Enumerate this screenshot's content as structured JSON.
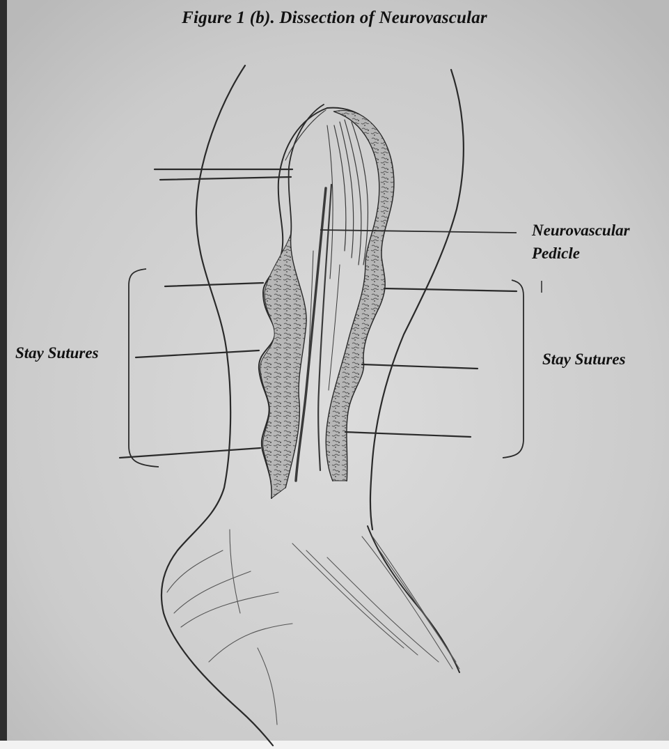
{
  "figure": {
    "title": "Figure 1 (b). Dissection of Neurovascular"
  },
  "labels": {
    "pedicle_line1": "Neurovascular",
    "pedicle_line2": "Pedicle",
    "stay_sutures_left": "Stay Sutures",
    "stay_sutures_right": "Stay Sutures"
  },
  "colors": {
    "paper": "#c9c9c9",
    "pencil": "#2a2a2a",
    "ink": "#111111"
  }
}
